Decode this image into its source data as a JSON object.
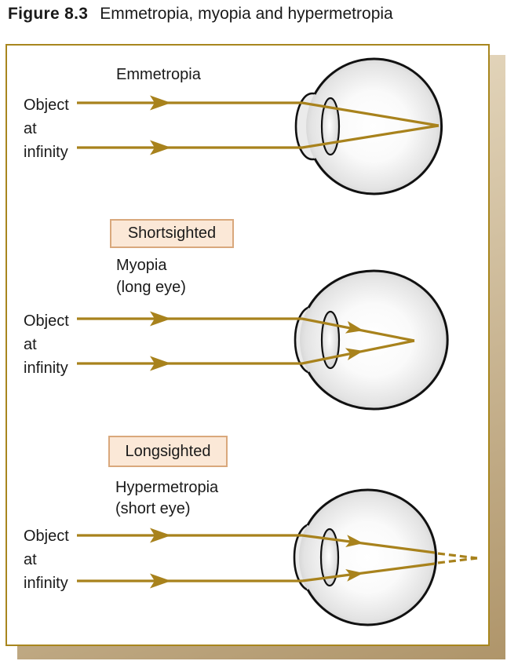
{
  "figure": {
    "number": "Figure 8.3",
    "caption": "Emmetropia, myopia and hypermetropia"
  },
  "colors": {
    "ray_gold": "#a8821c",
    "panel_border_gold": "#a8861e",
    "shadow_tan_light": "#f0e5cf",
    "shadow_tan_dark": "#af956a",
    "tag_fill_peach": "#fbe8d7",
    "tag_border_tan": "#d9a87c",
    "eye_outline_black": "#111111",
    "text_black": "#1a1a1a"
  },
  "sections": [
    {
      "heading": "Emmetropia",
      "subheading": "",
      "tag": "",
      "object_label": "Object\nat\ninfinity"
    },
    {
      "tag": "Shortsighted",
      "heading": "Myopia",
      "subheading": "(long eye)",
      "object_label": "Object\nat\ninfinity"
    },
    {
      "tag": "Longsighted",
      "heading": "Hypermetropia",
      "subheading": "(short eye)",
      "object_label": "Object\nat\ninfinity"
    }
  ]
}
